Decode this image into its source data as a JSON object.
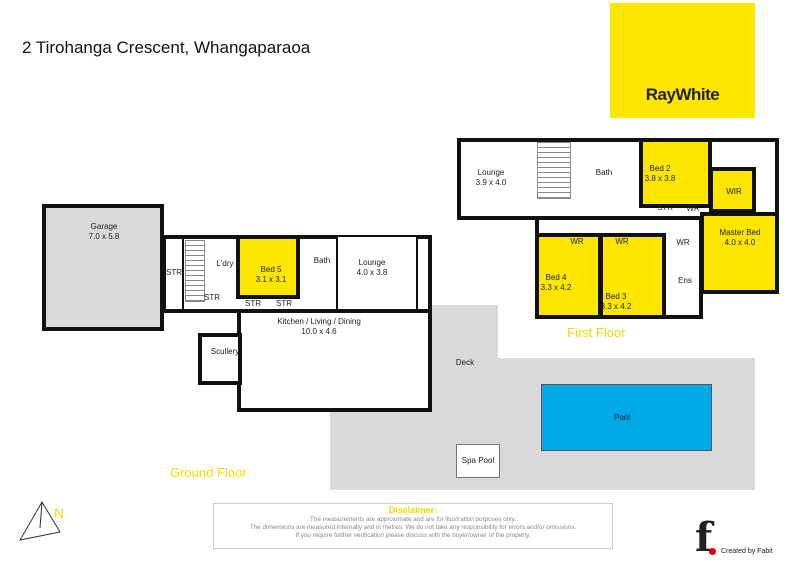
{
  "title": "2 Tirohanga Crescent, Whangaparaoa",
  "logo": "RayWhite",
  "colors": {
    "accent": "#ffe600",
    "pool": "#00a8e8",
    "deck": "#d9d9d9"
  },
  "ground_floor": {
    "label": "Ground Floor",
    "rooms": {
      "garage": {
        "name": "Garage",
        "size": "7.0 x 5.8"
      },
      "str1": {
        "name": "STR"
      },
      "str2": {
        "name": "STR"
      },
      "str3": {
        "name": "STR"
      },
      "str4": {
        "name": "STR"
      },
      "laundry": {
        "name": "L'dry"
      },
      "bed5": {
        "name": "Bed 5",
        "size": "3.1 x 3.1"
      },
      "bath": {
        "name": "Bath"
      },
      "lounge": {
        "name": "Lounge",
        "size": "4.0 x 3.8"
      },
      "kitchen": {
        "name": "Kitchen / Living / Dining",
        "size": "10.0 x 4.6"
      },
      "scullery": {
        "name": "Scullery"
      },
      "deck": {
        "name": "Deck"
      },
      "pool": {
        "name": "Pool"
      },
      "spa": {
        "name": "Spa Pool"
      }
    }
  },
  "first_floor": {
    "label": "First Floor",
    "rooms": {
      "lounge": {
        "name": "Lounge",
        "size": "3.9 x 4.0"
      },
      "bath": {
        "name": "Bath"
      },
      "bed2": {
        "name": "Bed 2",
        "size": "3.8 x 3.8"
      },
      "wir": {
        "name": "WIR"
      },
      "str": {
        "name": "STR"
      },
      "wr1": {
        "name": "WR"
      },
      "wr2": {
        "name": "WR"
      },
      "wr3": {
        "name": "WR"
      },
      "wr4": {
        "name": "WR"
      },
      "master": {
        "name": "Master Bed",
        "size": "4.0 x 4.0"
      },
      "bed4": {
        "name": "Bed 4",
        "size": "3.3 x 4.2"
      },
      "bed3": {
        "name": "Bed 3",
        "size": "3.3 x 4.2"
      },
      "ens": {
        "name": "Ens"
      }
    }
  },
  "compass": "N",
  "disclaimer": {
    "heading": "Disclaimer:",
    "lines": [
      "The measurements are approximate and are for illustration purposes only.",
      "The dimensions are measured internally and in metres. We do not take any responsibility for errors and/or omissions.",
      "If you require further verification please discuss with the buyer/owner of the property."
    ]
  },
  "credit": "Created by Fabit"
}
